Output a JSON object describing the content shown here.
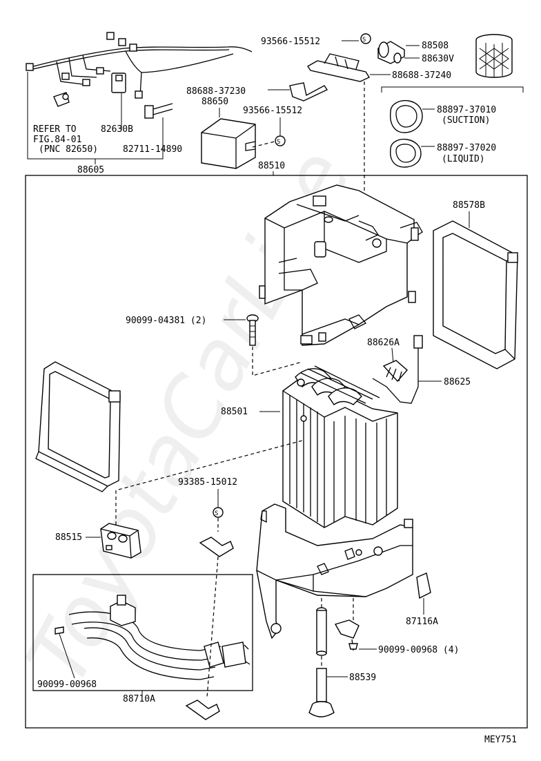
{
  "labels": {
    "p93566a": "93566-15512",
    "p88508": "88508",
    "p88630v": "88630V",
    "p88688_37240": "88688-37240",
    "p88688_37230": "88688-37230",
    "p88650": "88650",
    "p93566b": "93566-15512",
    "p88897_37010": "88897-37010",
    "suction": "(SUCTION)",
    "p88897_37020": "88897-37020",
    "liquid": "(LIQUID)",
    "refer1": "REFER TO",
    "p82630b": "82630B",
    "refer2": "FIG.84-01",
    "refer3": "(PNC 82650)",
    "p82711": "82711-14890",
    "p88605": "88605",
    "p88510": "88510",
    "p88578b": "88578B",
    "p90099_04381": "90099-04381 (2)",
    "p88626a": "88626A",
    "p88625": "88625",
    "p88501": "88501",
    "p93385": "93385-15012",
    "p88515": "88515",
    "p87116a": "87116A",
    "p90099_00968_4": "90099-00968 (4)",
    "p90099_00968": "90099-00968",
    "p88539": "88539",
    "p88710a": "88710A",
    "fig_code": "MEY751",
    "s_mark": "S"
  },
  "watermark": "ToyotaCarLine",
  "colors": {
    "ink": "#000000",
    "paper": "#ffffff"
  }
}
